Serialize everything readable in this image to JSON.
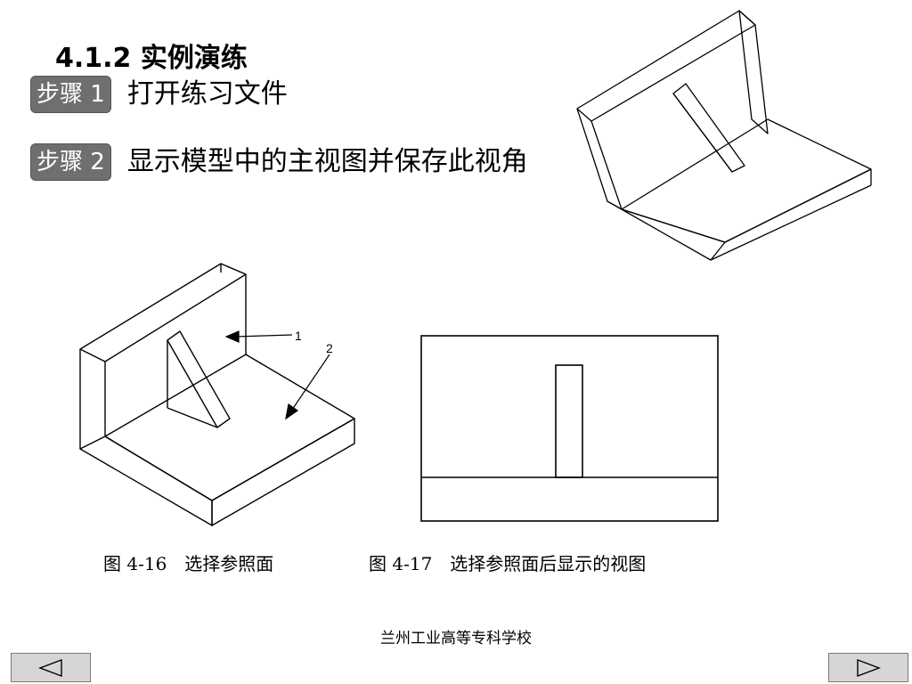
{
  "slide": {
    "title": "4.1.2 实例演练",
    "steps": [
      {
        "badge": "步骤 1",
        "text": "打开练习文件"
      },
      {
        "badge": "步骤 2",
        "text": "显示模型中的主视图并保存此视角"
      }
    ],
    "figures": [
      {
        "caption": "图 4-16　选择参照面",
        "callouts": [
          "1",
          "2"
        ]
      },
      {
        "caption": "图 4-17　选择参照面后显示的视图"
      }
    ],
    "footer": "兰州工业高等专科学校",
    "nav": {
      "prev_icon": "triangle-left-icon",
      "next_icon": "triangle-right-icon"
    }
  }
}
